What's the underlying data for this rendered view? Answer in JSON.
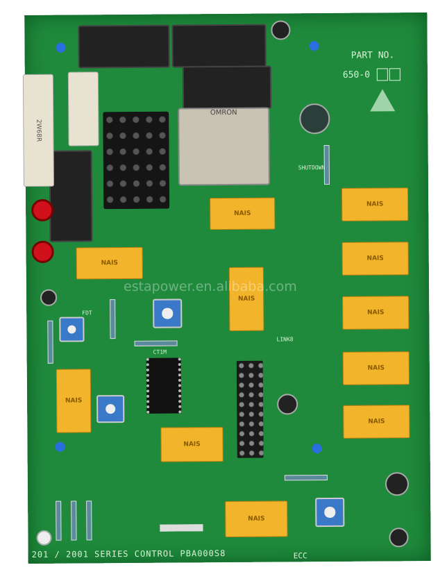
{
  "board": {
    "part_label": "PART NO.",
    "part_number": "650-0",
    "series_text": "201 / 2001 SERIES CONTROL PBA000S8",
    "corner_text": "ECC",
    "shutdown_label": "SHUTDOWN",
    "fdt_label": "FDT",
    "link_label": "LINK8",
    "ic_label": "CT1M",
    "resistor_label": "2W68R",
    "relay_brand": "NAIS",
    "big_relay_brand": "OMRON",
    "watermark": "estapower.en.alibaba.com"
  },
  "colors": {
    "pcb": "#1f8a3c",
    "relay": "#f2b42a",
    "pot": "#3a78c8",
    "terminal": "#d0101a"
  }
}
